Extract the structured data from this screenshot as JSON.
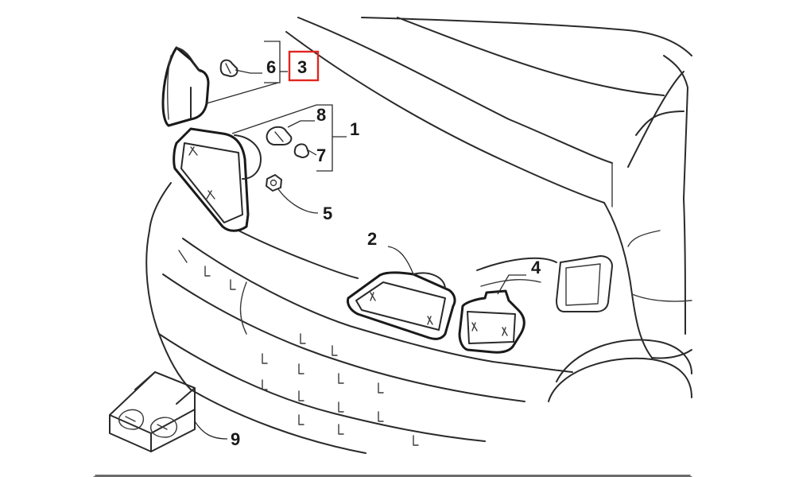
{
  "diagram": {
    "callouts": {
      "c1": "1",
      "c2": "2",
      "c3": "3",
      "c4": "4",
      "c5": "5",
      "c6": "6",
      "c7": "7",
      "c8": "8",
      "c9": "9"
    },
    "highlighted_callout": "3",
    "colors": {
      "line": "#2a2a2a",
      "highlight": "#e0261f",
      "background": "#ffffff"
    }
  }
}
